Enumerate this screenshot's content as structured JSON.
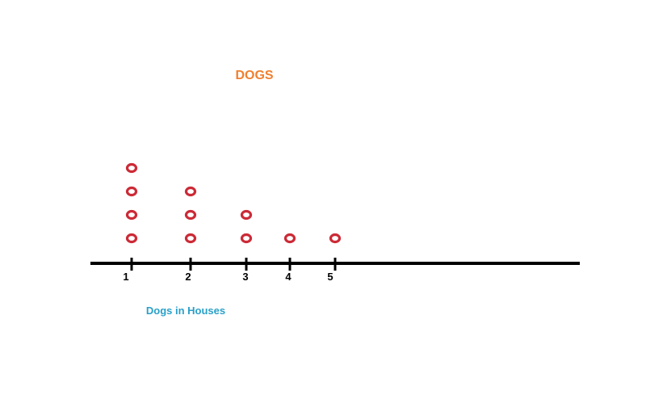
{
  "chart_data": {
    "type": "scatter",
    "subtype": "dot-plot",
    "title": "DOGS",
    "xlabel": "Dogs in Houses",
    "ylabel": "",
    "categories": [
      "1",
      "2",
      "3",
      "4",
      "5"
    ],
    "counts": [
      4,
      3,
      2,
      1,
      1
    ],
    "colors": {
      "title": "#f08030",
      "xlabel": "#2aa0c8",
      "dots": "#cc2a36",
      "axis": "#000000"
    },
    "grid": false,
    "legend": "none"
  }
}
